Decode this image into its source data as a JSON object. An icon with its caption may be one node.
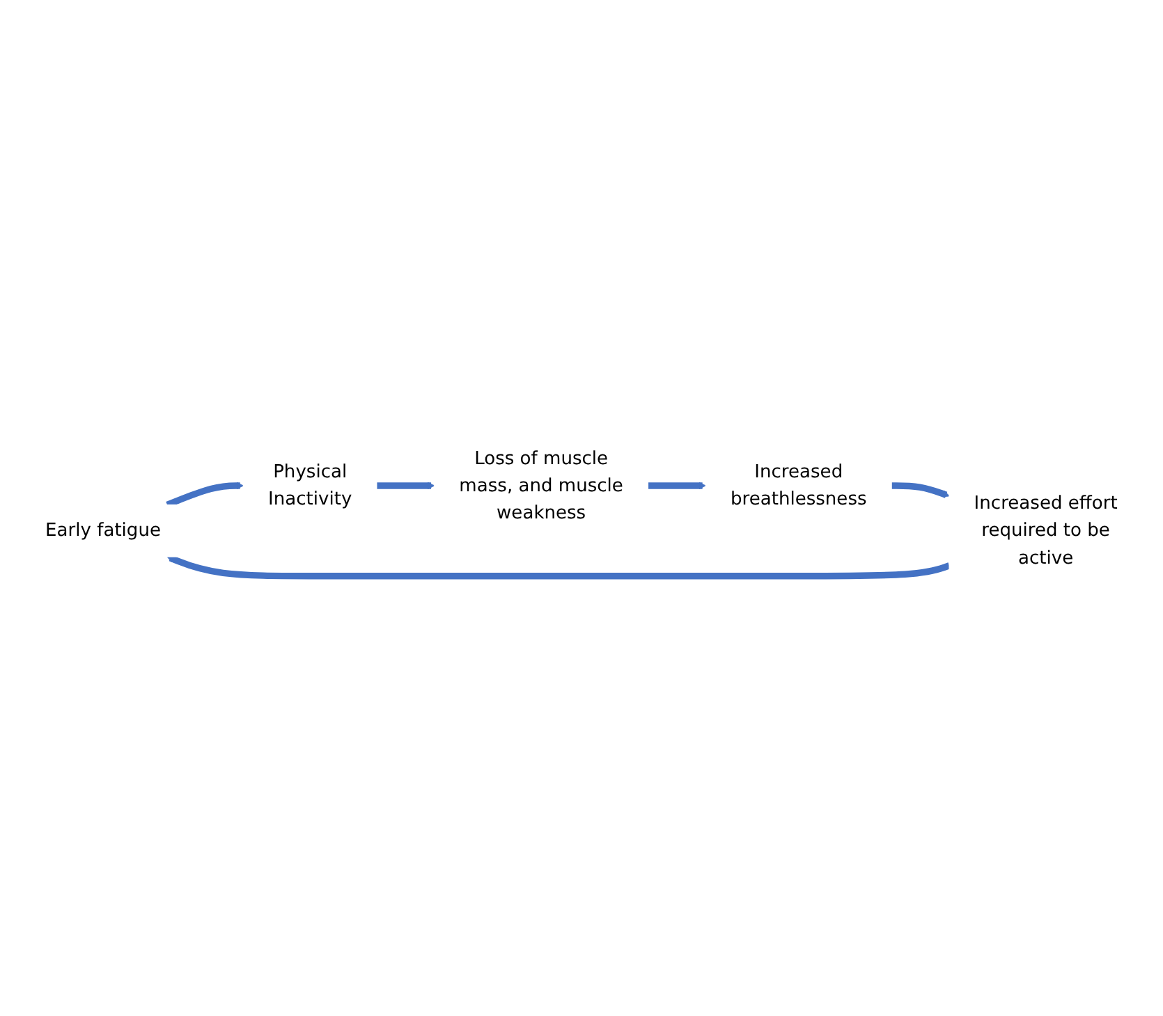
{
  "diagram": {
    "nodes": [
      {
        "text": [
          "Early fatigue"
        ]
      },
      {
        "text": [
          "Physical Inactivity"
        ]
      },
      {
        "text": [
          "Loss of muscle mass, and muscle weakness"
        ]
      },
      {
        "text": [
          "Increased breathlessness"
        ]
      },
      {
        "text": [
          "Increased effort required to be active"
        ]
      }
    ],
    "edges": [
      {
        "from": 0,
        "to": 1,
        "arrow": "to"
      },
      {
        "from": 1,
        "to": 2,
        "arrow": "to"
      },
      {
        "from": 2,
        "to": 3,
        "arrow": "to"
      },
      {
        "from": 3,
        "to": 4,
        "arrow": "to"
      },
      {
        "from": 4,
        "to": 0,
        "arrow": "to"
      }
    ]
  }
}
